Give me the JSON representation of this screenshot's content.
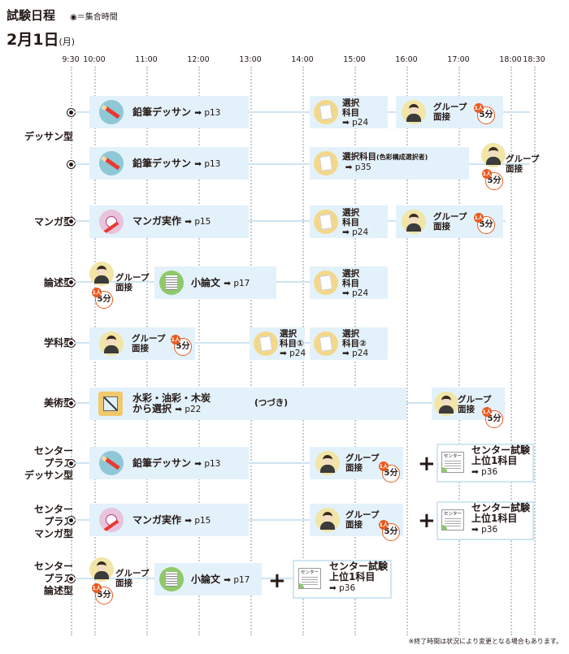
{
  "header": {
    "title": "試験日程",
    "legend": "◉＝集合時間",
    "date_main": "2月1日",
    "date_dow": "(月)"
  },
  "times": [
    "9:30",
    "10:00",
    "11:00",
    "12:00",
    "13:00",
    "14:00",
    "15:00",
    "16:00",
    "17:00",
    "18:00",
    "18:30"
  ],
  "labels": {
    "dessin": "鉛筆デッサン",
    "manga": "マンガ実作",
    "select": "選択",
    "subject": "科目",
    "select_color": "選択科目",
    "color_note": "(色彩構成選択者)",
    "group": "グループ",
    "interview": "面接",
    "essay": "小論文",
    "select1": "科目①",
    "select2": "科目②",
    "art_line1": "水彩・油彩・木炭",
    "art_line2": "から選択",
    "continue": "(つづき)",
    "center_line1": "センター試験",
    "center_line2": "上位1科目",
    "center_icon": "センター",
    "badge_top": "1人",
    "badge_main": "5分",
    "plus": "+"
  },
  "pages": {
    "p13": "➡ p13",
    "p15": "➡ p15",
    "p17": "➡ p17",
    "p22": "➡ p22",
    "p24": "➡ p24",
    "p35": "➡ p35",
    "p36": "➡ p36"
  },
  "rows": [
    {
      "label": "デッサン型"
    },
    {
      "label": "マンガ型"
    },
    {
      "label": "論述型"
    },
    {
      "label": "学科型"
    },
    {
      "label": "美術型"
    },
    {
      "label_lines": [
        "センター",
        "プラス",
        "デッサン型"
      ]
    },
    {
      "label_lines": [
        "センター",
        "プラス",
        "マンガ型"
      ]
    },
    {
      "label_lines": [
        "センター",
        "プラス",
        "論述型"
      ]
    }
  ],
  "footnote": "※終了時間は状況により変更となる場合もあります。"
}
